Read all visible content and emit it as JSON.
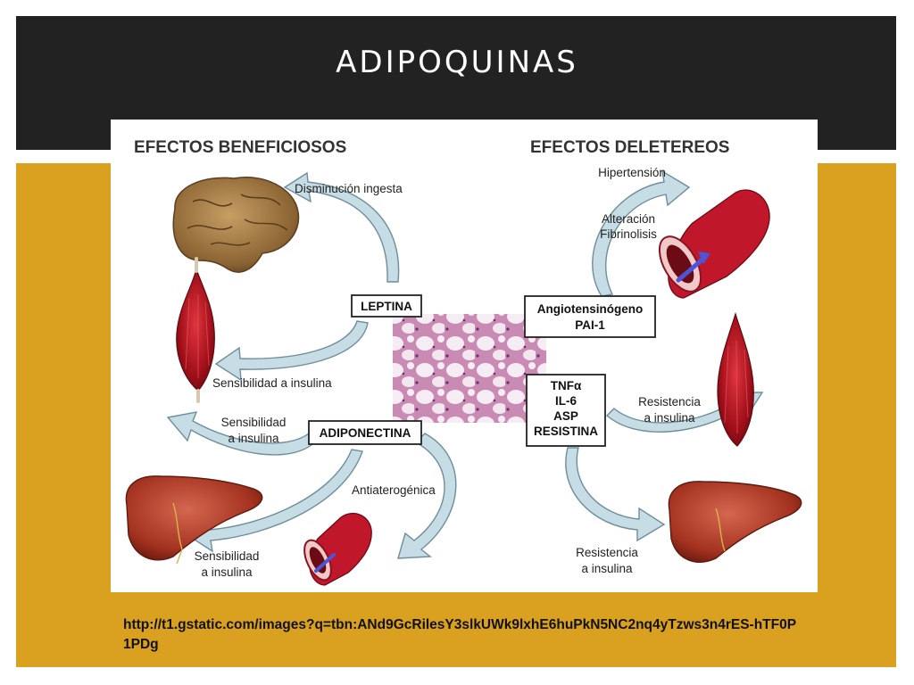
{
  "slide": {
    "title": "ADIPOQUINAS",
    "source_url": "http://t1.gstatic.com/images?q=tbn:ANd9GcRilesY3slkUWk9lxhE6huPkN5NC2nq4yTzws3n4rES-hTF0P1PDg"
  },
  "diagram": {
    "left_heading": "EFECTOS BENEFICIOSOS",
    "right_heading": "EFECTOS DELETEREOS",
    "leptina": "LEPTINA",
    "adiponectina": "ADIPONECTINA",
    "angiotensinogeno_box": [
      "Angiotensinógeno",
      "PAI-1"
    ],
    "cytokine_box": [
      "TNFα",
      "IL-6",
      "ASP",
      "RESISTINA"
    ],
    "labels": {
      "disminucion_ingesta": "Disminución ingesta",
      "sensibilidad_insulina_muscle": "Sensibilidad a insulina",
      "sensibilidad_insulina_adipo": [
        "Sensibilidad",
        "a insulina"
      ],
      "sensibilidad_insulina_liver": [
        "Sensibilidad",
        "a insulina"
      ],
      "antiaterogenica": "Antiaterogénica",
      "hipertension": "Hipertensión",
      "alteracion_fibrinolisis": [
        "Alteración",
        "Fibrinolisis"
      ],
      "resistencia_insulina_muscle": [
        "Resistencia",
        "a insulina"
      ],
      "resistencia_insulina_liver": [
        "Resistencia",
        "a insulina"
      ]
    }
  },
  "colors": {
    "header_bg": "#222222",
    "accent_gold": "#d9a11f",
    "arrow_fill": "#c7dde6",
    "arrow_stroke": "#6f8e99",
    "muscle": "#b3121e",
    "liver": "#b8402c",
    "brain": "#9a7440",
    "vessel": "#c0182a"
  }
}
